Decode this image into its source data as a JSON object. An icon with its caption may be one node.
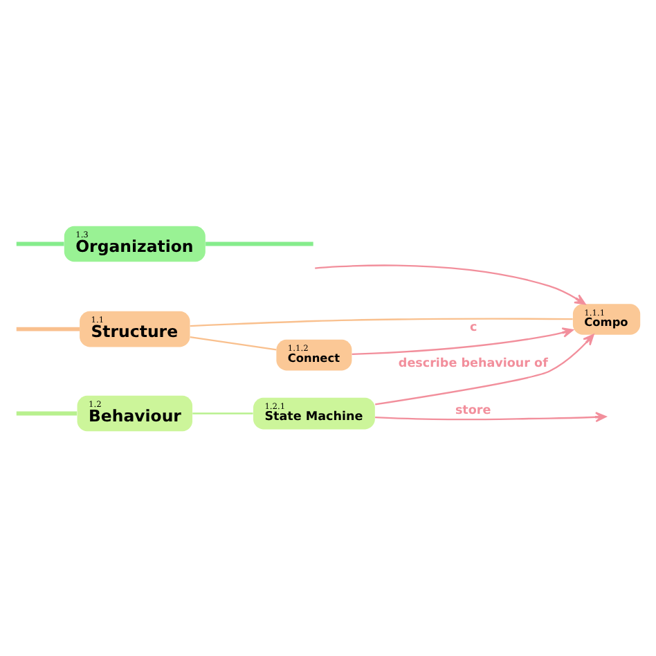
{
  "diagram": {
    "nodes": [
      {
        "text": [
          "1.1.2",
          "Connect"
        ]
      },
      {
        "text": [
          "1.1",
          "Structure"
        ]
      },
      {
        "text": [
          "1.1.1",
          "Compo"
        ]
      },
      {
        "text": [
          "1.2",
          "Behaviour"
        ]
      },
      {
        "text": [
          "1.2.1",
          "State Machine"
        ]
      },
      {
        "text": [
          "1.3",
          "Organization"
        ]
      }
    ],
    "edges": [
      {
        "from": null,
        "to": 1,
        "arrow": "none",
        "style": "thick",
        "color": "#f9c08e"
      },
      {
        "from": null,
        "to": 3,
        "arrow": "none",
        "style": "thick",
        "color": "#b8f08e"
      },
      {
        "from": null,
        "to": 5,
        "arrow": "none",
        "style": "thick",
        "color": "#86ec8c"
      },
      {
        "from": 1,
        "to": 0,
        "arrow": "none",
        "color": "#f9c08e"
      },
      {
        "from": 1,
        "to": 2,
        "arrow": "none",
        "color": "#f9c08e"
      },
      {
        "from": 3,
        "to": 4,
        "arrow": "none",
        "color": "#b8f08e"
      },
      {
        "from": 0,
        "to": 2,
        "arrow": "to",
        "label": "c",
        "color": "#f28f9c"
      },
      {
        "from": 4,
        "to": 2,
        "arrow": "to",
        "label": "describe behaviour of",
        "color": "#f28f9c"
      },
      {
        "from": 4,
        "to": null,
        "arrow": "to",
        "label": "store",
        "color": "#f28f9c"
      },
      {
        "from": 5,
        "to": null,
        "arrow": "none",
        "style": "thick",
        "color": "#86ec8c"
      },
      {
        "from": null,
        "to": 2,
        "arrow": "to",
        "color": "#f28f9c"
      }
    ]
  }
}
